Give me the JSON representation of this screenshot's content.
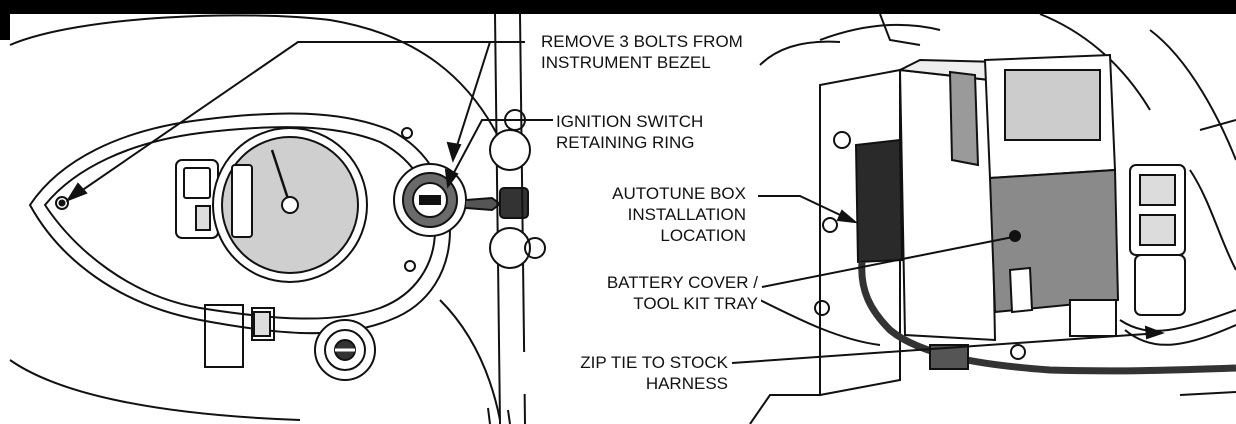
{
  "callouts": {
    "remove_bolts": [
      "REMOVE 3 BOLTS FROM",
      "INSTRUMENT BEZEL"
    ],
    "ignition_ring": [
      "IGNITION SWITCH",
      "RETAINING RING"
    ],
    "autotune_box": [
      "AUTOTUNE BOX",
      "INSTALLATION",
      "LOCATION"
    ],
    "battery_cover": [
      "BATTERY COVER /",
      "TOOL KIT TRAY"
    ],
    "zip_tie": [
      "ZIP TIE TO STOCK",
      "HARNESS"
    ]
  },
  "colors": {
    "line": "#111111",
    "gray_fill": "#8a8a8a",
    "dark_fill": "#2a2a2a",
    "panel_fill": "#dcdcdc"
  }
}
